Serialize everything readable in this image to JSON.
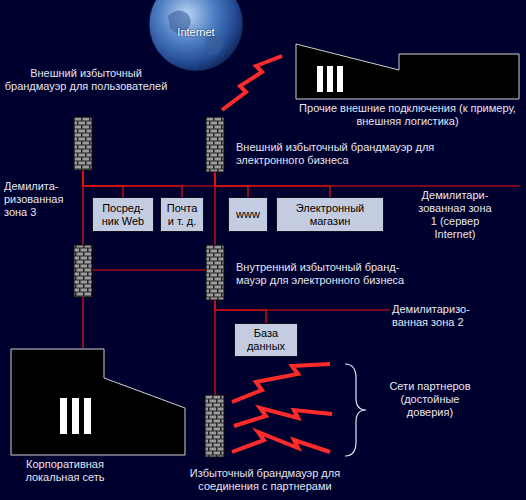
{
  "diagram": {
    "nodes": [
      {
        "text": [
          "Internet"
        ]
      },
      {
        "text": [
          "Прочие внешние подключения (к примеру, внешняя логистика)"
        ]
      },
      {
        "text": [
          "Внешний избыточный брандмауэр для пользователей"
        ]
      },
      {
        "text": [
          "Внешний избыточный брандмауэр для электронного бизнеса"
        ]
      },
      {
        "text": [
          "Посред- ник Web"
        ]
      },
      {
        "text": [
          "Почта и т. д."
        ]
      },
      {
        "text": [
          "www"
        ]
      },
      {
        "text": [
          "Электронный магазин"
        ]
      },
      {
        "text": [
          "Внутренний избыточный бранд- мауэр для электронного бизнеса"
        ]
      },
      {
        "text": [
          "База данных"
        ]
      },
      {
        "text": [
          "Корпоративная локальная сеть"
        ]
      },
      {
        "text": [
          "Избыточный брандмауэр для соединения с партнерами"
        ]
      }
    ],
    "edges": [
      {
        "from": 2,
        "to": 4,
        "arrow": "none"
      },
      {
        "from": 2,
        "to": 5,
        "arrow": "none"
      },
      {
        "from": 3,
        "to": 6,
        "arrow": "none"
      },
      {
        "from": 3,
        "to": 7,
        "arrow": "none"
      },
      {
        "from": 3,
        "to": 8,
        "arrow": "none"
      },
      {
        "from": 8,
        "to": 9,
        "arrow": "none"
      },
      {
        "from": 2,
        "to": 10,
        "arrow": "none"
      },
      {
        "from": 8,
        "to": 11,
        "arrow": "none"
      }
    ],
    "labels": [
      "Демилита- ризованная зона 3",
      "Демилитари- зованная зона 1 (сервер Internet)",
      "Демилитаризо- ванная зона 2",
      "Сети партнеров (достойные доверия)"
    ]
  }
}
